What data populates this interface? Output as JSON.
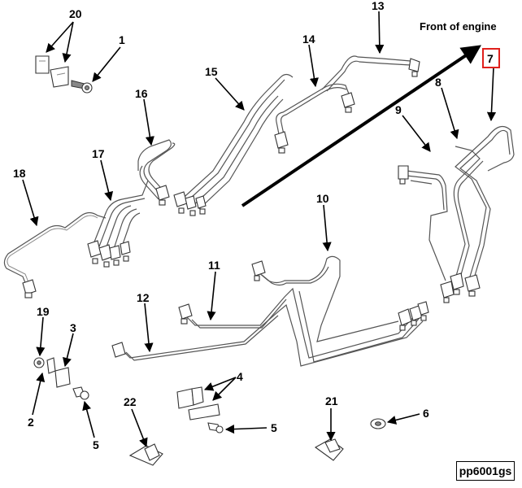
{
  "front_label": "Front of engine",
  "reference_code": "pp6001gs",
  "highlight_color": "#e0201c",
  "callouts": [
    {
      "id": "c20",
      "text": "20"
    },
    {
      "id": "c1",
      "text": "1"
    },
    {
      "id": "c16",
      "text": "16"
    },
    {
      "id": "c17",
      "text": "17"
    },
    {
      "id": "c18",
      "text": "18"
    },
    {
      "id": "c15",
      "text": "15"
    },
    {
      "id": "c14",
      "text": "14"
    },
    {
      "id": "c13",
      "text": "13"
    },
    {
      "id": "c7",
      "text": "7"
    },
    {
      "id": "c8",
      "text": "8"
    },
    {
      "id": "c9",
      "text": "9"
    },
    {
      "id": "c10",
      "text": "10"
    },
    {
      "id": "c11",
      "text": "11"
    },
    {
      "id": "c12",
      "text": "12"
    },
    {
      "id": "c19",
      "text": "19"
    },
    {
      "id": "c3",
      "text": "3"
    },
    {
      "id": "c2",
      "text": "2"
    },
    {
      "id": "c5a",
      "text": "5"
    },
    {
      "id": "c4",
      "text": "4"
    },
    {
      "id": "c5b",
      "text": "5"
    },
    {
      "id": "c22",
      "text": "22"
    },
    {
      "id": "c21",
      "text": "21"
    },
    {
      "id": "c6",
      "text": "6"
    }
  ]
}
